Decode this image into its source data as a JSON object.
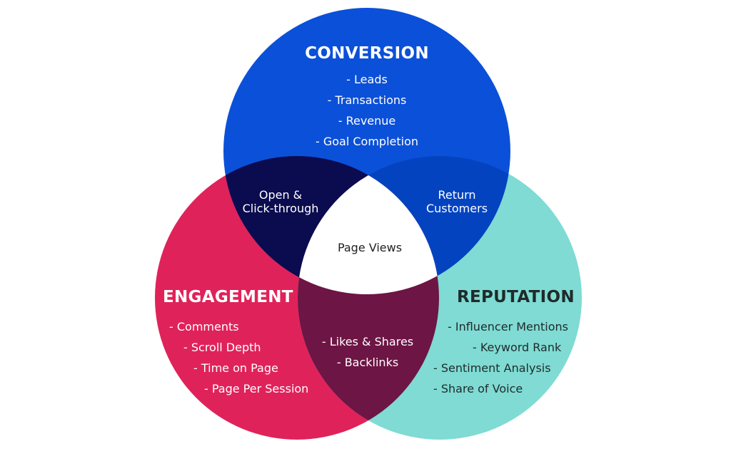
{
  "colors": {
    "conversion": "#0b50d8",
    "engagement": "#e0225a",
    "reputation": "#7fdbd3",
    "conversion_engagement": "#0b0b4f",
    "conversion_reputation": "#0443c0",
    "engagement_reputation": "#6d1545",
    "center": "#ffffff"
  },
  "conversion": {
    "title": "CONVERSION",
    "items": [
      "- Leads",
      "- Transactions",
      "- Revenue",
      "- Goal Completion"
    ]
  },
  "engagement": {
    "title": "ENGAGEMENT",
    "items": [
      "- Comments",
      "- Scroll Depth",
      "- Time on Page",
      "- Page Per Session"
    ]
  },
  "reputation": {
    "title": "REPUTATION",
    "items": [
      "- Influencer Mentions",
      "- Keyword Rank",
      "- Sentiment Analysis",
      "- Share of Voice"
    ]
  },
  "overlaps": {
    "conversion_engagement": [
      "Open &",
      "Click-through"
    ],
    "conversion_reputation": [
      "Return",
      "Customers"
    ],
    "engagement_reputation": [
      "- Likes & Shares",
      "- Backlinks"
    ],
    "center": "Page Views"
  }
}
